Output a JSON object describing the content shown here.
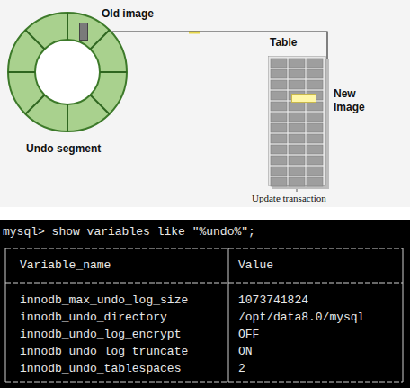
{
  "diagram": {
    "nodes": [
      {
        "text": [
          "Undo segment"
        ]
      },
      {
        "text": [
          "Old image"
        ],
        "in": 0
      },
      {
        "text": [
          "Table"
        ]
      },
      {
        "text": [
          "New image"
        ],
        "in": 2
      }
    ],
    "edges": [
      {
        "from": 3,
        "to": 1,
        "arrow": "to"
      }
    ],
    "labels": [
      "Update transaction",
      "mysql> show variables like \"%undo%\";",
      "Variable_name",
      "Value",
      "innodb_max_undo_log_size",
      "1073741824",
      "innodb_undo_directory",
      "/opt/data8.0/mysql",
      "innodb_undo_log_encrypt",
      "OFF",
      "innodb_undo_log_truncate",
      "ON",
      "innodb_undo_tablespaces",
      "2"
    ]
  }
}
